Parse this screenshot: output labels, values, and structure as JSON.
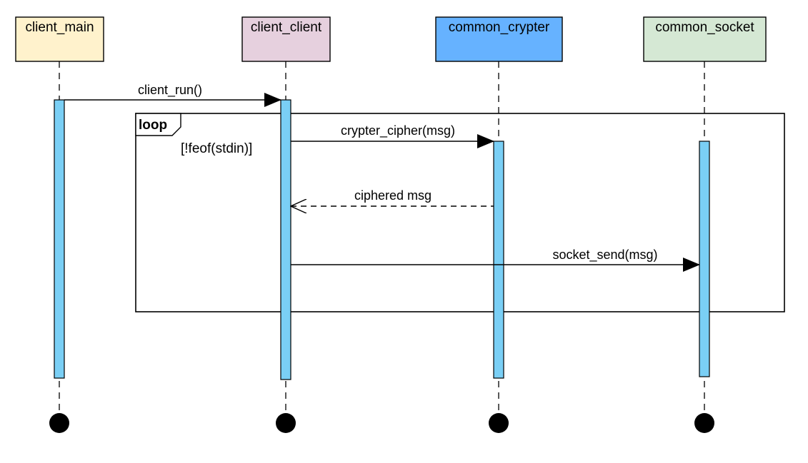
{
  "diagram": {
    "type": "sequence",
    "participants": [
      {
        "id": "client_main",
        "label": "client_main",
        "color": "#fff2cc"
      },
      {
        "id": "client_client",
        "label": "client_client",
        "color": "#e6d0de"
      },
      {
        "id": "common_crypter",
        "label": "common_crypter",
        "color": "#66b2ff"
      },
      {
        "id": "common_socket",
        "label": "common_socket",
        "color": "#d5e8d4"
      }
    ],
    "activation_color": "#7acff5",
    "messages": [
      {
        "from": "client_main",
        "to": "client_client",
        "label": "client_run()",
        "style": "sync"
      },
      {
        "from": "client_client",
        "to": "common_crypter",
        "label": "crypter_cipher(msg)",
        "style": "sync"
      },
      {
        "from": "common_crypter",
        "to": "client_client",
        "label": "ciphered msg",
        "style": "return"
      },
      {
        "from": "client_client",
        "to": "common_socket",
        "label": "socket_send(msg)",
        "style": "sync"
      }
    ],
    "loop": {
      "keyword": "loop",
      "guard": "[!feof(stdin)]"
    }
  }
}
